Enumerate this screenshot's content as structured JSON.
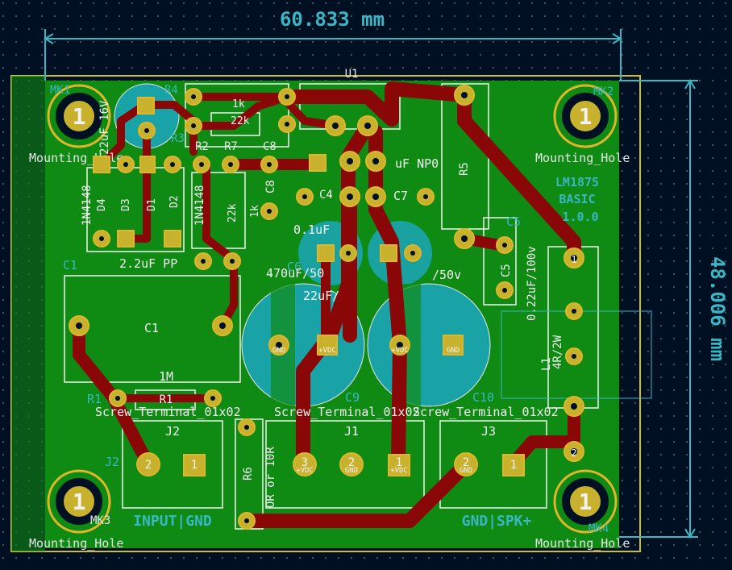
{
  "colors": {
    "background": "#001023",
    "copper_pour": "#0f8a13",
    "copper_trace": "#8a0707",
    "pad_gold": "#c8b12c",
    "pad_ring": "#e0b62a",
    "silkscreen": "#f2f2f2",
    "dimension": "#3ab6c4",
    "edge_cuts": "#cdbd2e"
  },
  "dimensions": {
    "width": "60.833 mm",
    "height": "48.006 mm"
  },
  "board": {
    "title": "LM1875",
    "subtitle": "BASIC",
    "version": "1.0.0",
    "input_label": "INPUT|GND",
    "output_label": "GND|SPK+"
  },
  "mounting_holes": [
    {
      "ref": "MK1",
      "pad": "1",
      "label": "Mounting_Hole"
    },
    {
      "ref": "MK2",
      "pad": "1",
      "label": "Mounting_Hole"
    },
    {
      "ref": "MK3",
      "pad": "1",
      "label": "Mounting_Hole"
    },
    {
      "ref": "MK4",
      "pad": "1",
      "label": "Mounting_Hole"
    }
  ],
  "components": {
    "u1": "U1",
    "c1_ref": "C1",
    "c1_value": "2.2uF PP",
    "c1_body": "C1",
    "r1_ref": "R1",
    "r1_body": "R1",
    "r1_value": "1M",
    "r2": "R2",
    "r7": "R7",
    "c8": "C8",
    "c4": "C4",
    "c7": "C7",
    "c5": "C5",
    "c6": "C6",
    "c9": "C9",
    "c10": "C10",
    "r3": "R3",
    "r4": "R4",
    "r5": "R5",
    "r6": "R6",
    "r_1k": "1k",
    "r_22k": "22k",
    "d1": "D1",
    "d2": "D2",
    "d3": "D3",
    "d4": "D4",
    "diode_part": "1N4148",
    "cap_22uf": "22uF 16V",
    "cap_470uf": "470uF/50",
    "cap_22uf_b": "22uF/",
    "cap_np0": "uF NP0",
    "cap_01uf": "0.1uF",
    "cap_50v": "/50v",
    "c5_value": "0.22uF/100v",
    "l1_value": "4R/2W",
    "l1": "L1",
    "r6_value": "OR or 10R",
    "j1": "J1",
    "j2": "J2",
    "j3": "J3",
    "screw_terminal": "Screw_Terminal_01x02"
  },
  "pad_labels": {
    "gnd": "GND",
    "vdc": "+VDC",
    "one": "1",
    "two": "2",
    "three": "3"
  }
}
